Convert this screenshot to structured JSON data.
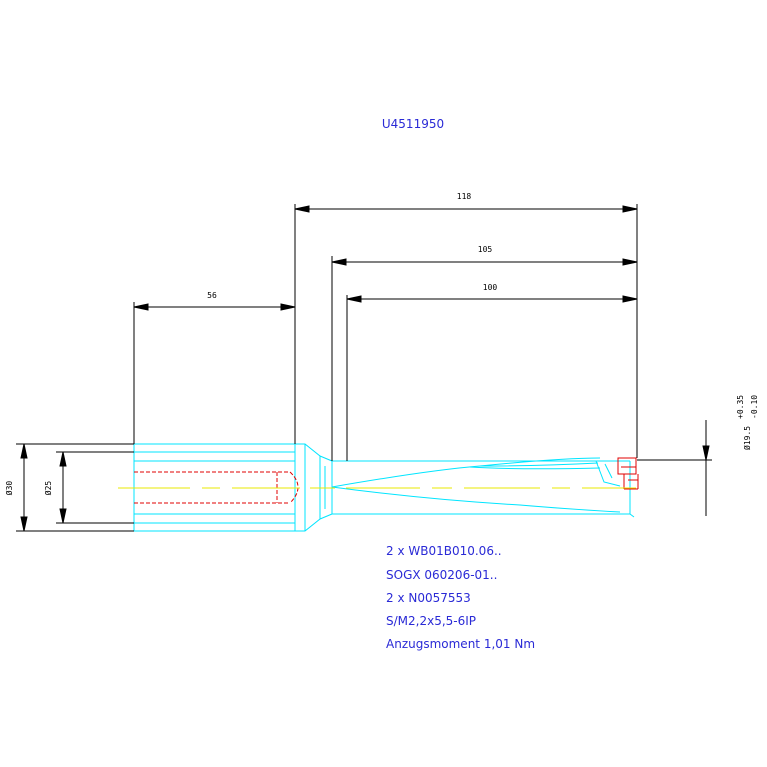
{
  "drawing": {
    "part_number": "U4511950",
    "dimensions": {
      "overall_length": "118",
      "length_105": "105",
      "length_100": "100",
      "shank_length": "56",
      "shank_diameter": "Ø30",
      "inner_diameter": "Ø25",
      "tip_diameter": "Ø19.5",
      "tip_tol_upper": "+0.35",
      "tip_tol_lower": "-0.10"
    },
    "notes": [
      "2 x WB01B010.06..",
      "SOGX 060206-01..",
      "2 x N0057553",
      "S/M2,2x5,5-6IP",
      "Anzugsmoment 1,01 Nm"
    ],
    "colors": {
      "tool": "#00e5ff",
      "centerline": "#e8e800",
      "insert": "#e00000",
      "dimension": "#000000",
      "text": "#2a2ad6"
    }
  }
}
